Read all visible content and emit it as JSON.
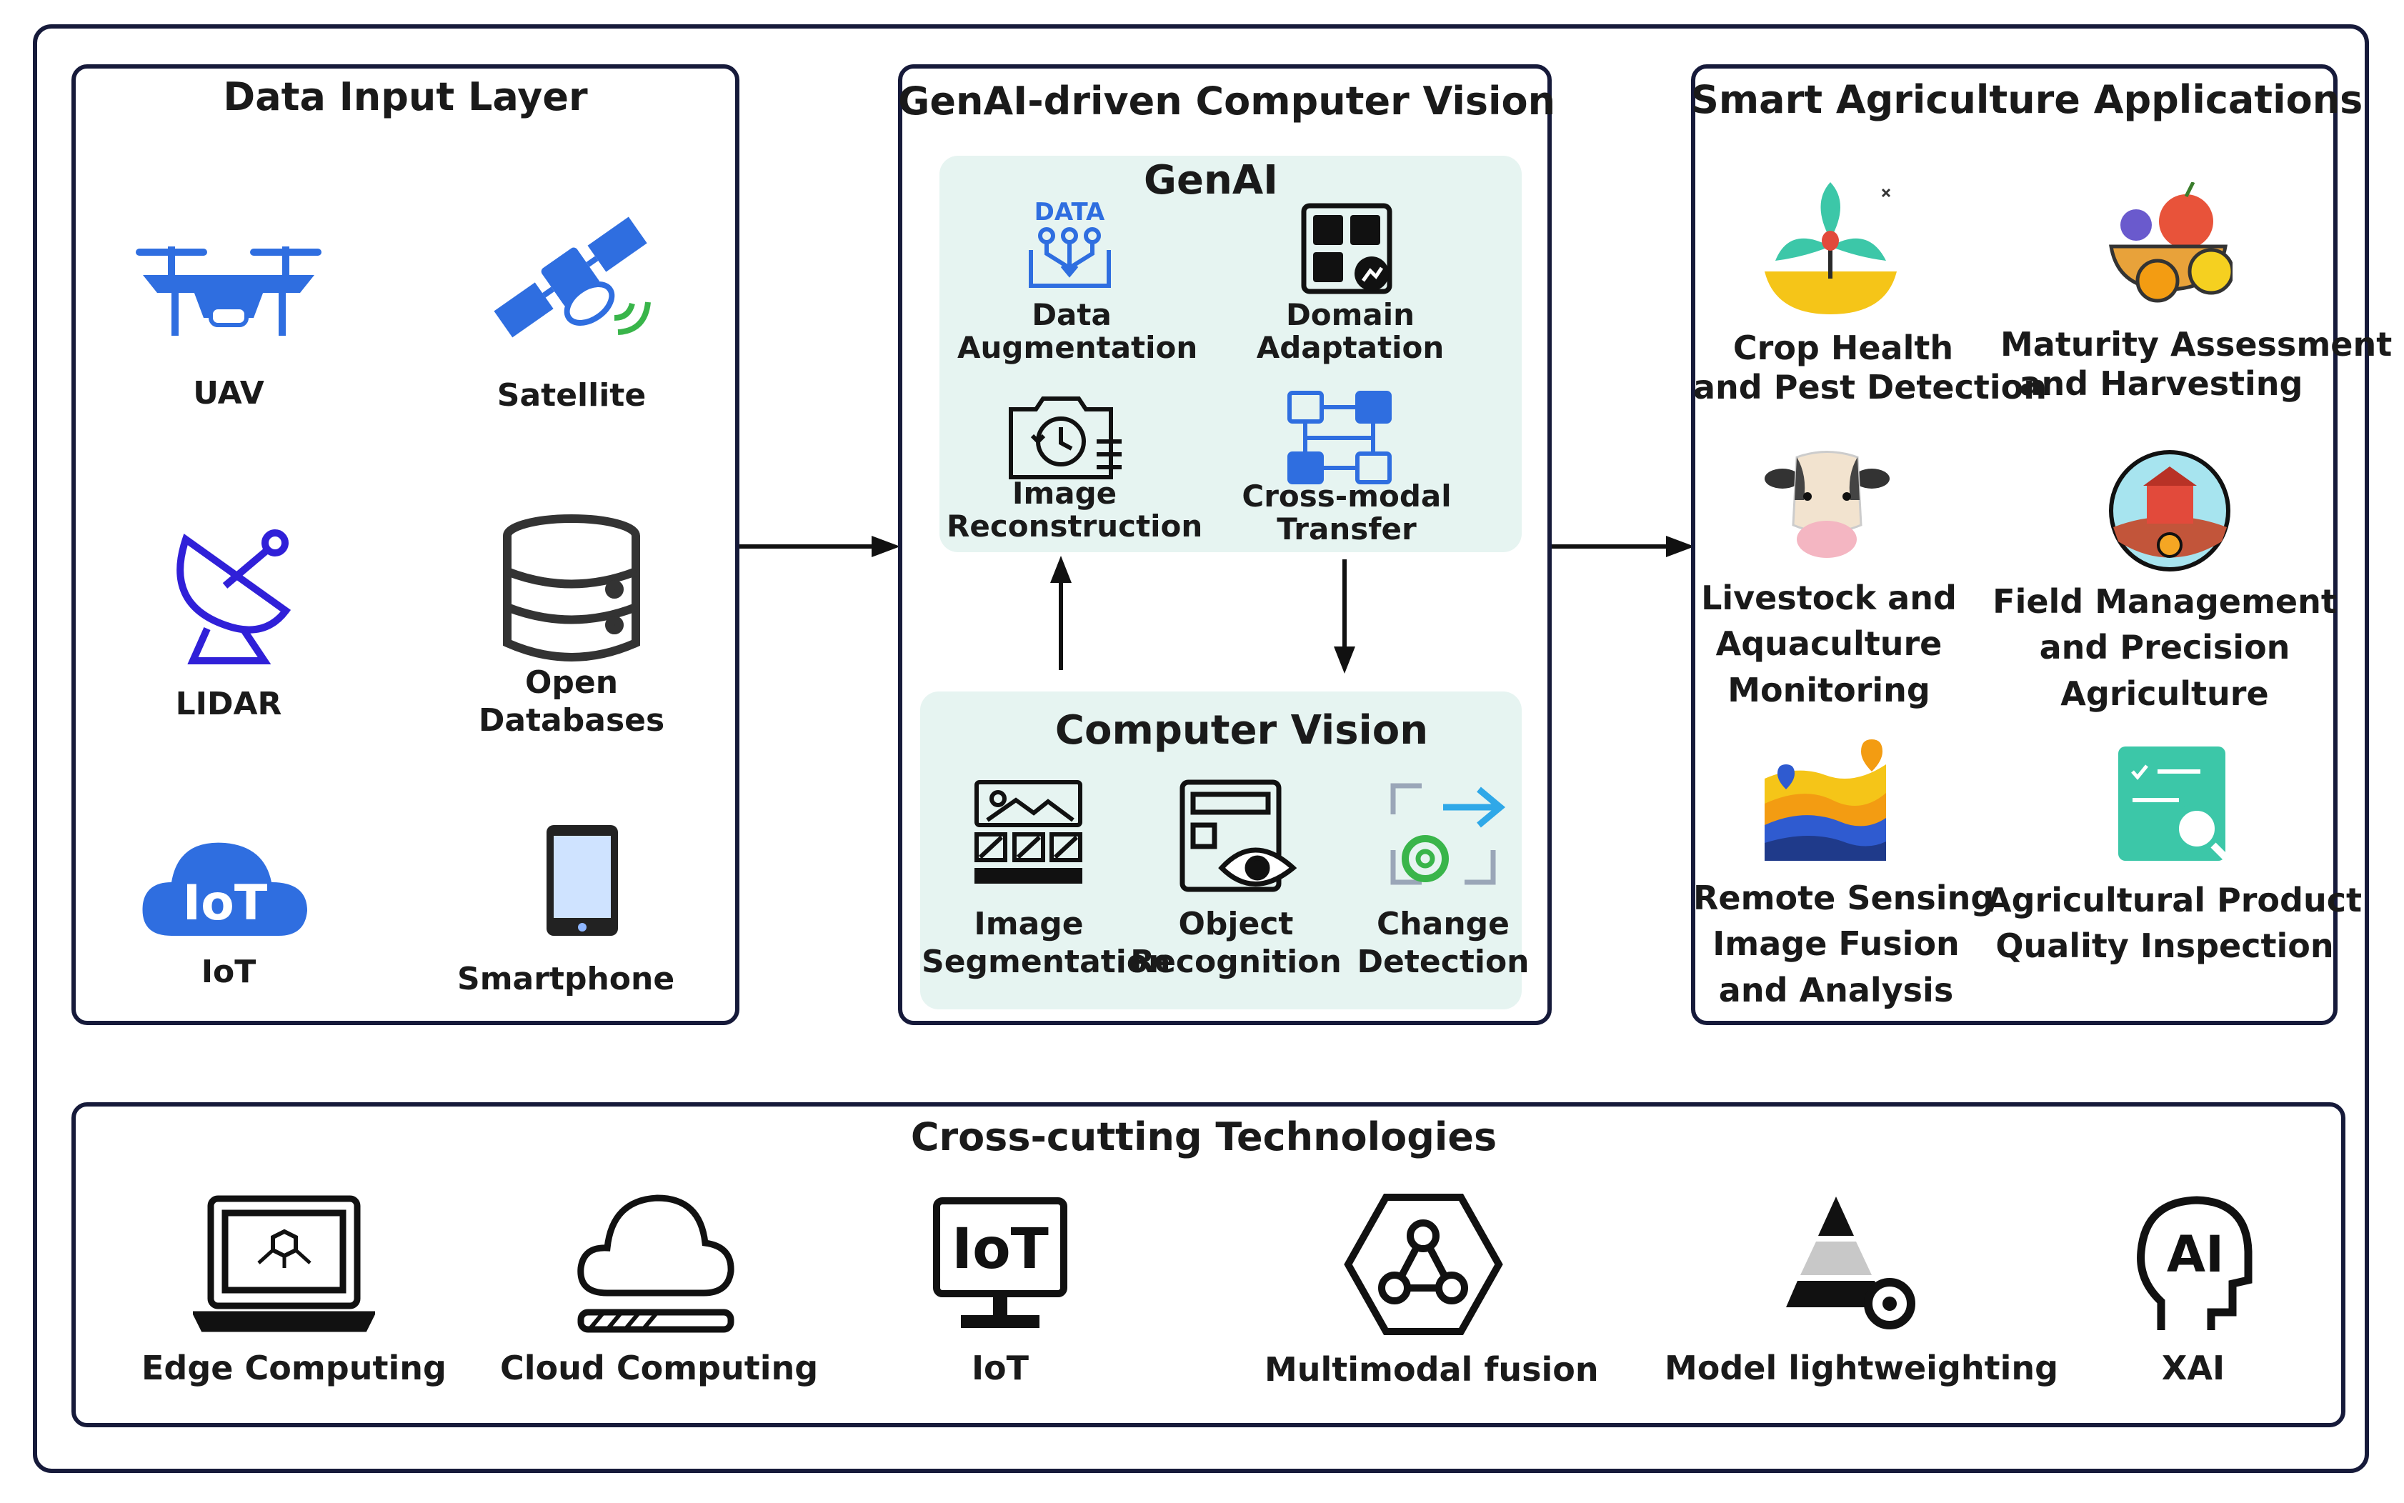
{
  "colors": {
    "border": "#161a3a",
    "sub_bg": "#e6f4f1",
    "blue": "#2f6ee0",
    "teal": "#3cc7a8",
    "green": "#39b54a"
  },
  "input": {
    "title": "Data Input Layer",
    "uav": "UAV",
    "satellite": "Satellite",
    "lidar": "LIDAR",
    "db1": "Open",
    "db2": "Databases",
    "iot_badge": "IoT",
    "iot": "IoT",
    "smartphone": "Smartphone"
  },
  "cv": {
    "title": "GenAI-driven Computer Vision",
    "genai_title": "GenAI",
    "data_badge": "DATA",
    "aug1": "Data",
    "aug2": "Augmentation",
    "dom1": "Domain",
    "dom2": "Adaptation",
    "rec1": "Image",
    "rec2": "Reconstruction",
    "cmt1": "Cross-modal",
    "cmt2": "Transfer",
    "cv_title": "Computer Vision",
    "seg1": "Image",
    "seg2": "Segmentation",
    "obj1": "Object",
    "obj2": "Recognition",
    "chg1": "Change",
    "chg2": "Detection"
  },
  "apps": {
    "title": "Smart Agriculture Applications",
    "crop1": "Crop Health",
    "crop2": "and Pest Detection",
    "mat1": "Maturity Assessment",
    "mat2": "and Harvesting",
    "live1": "Livestock and",
    "live2": "Aquaculture",
    "live3": "Monitoring",
    "field1": "Field Management",
    "field2": "and Precision",
    "field3": "Agriculture",
    "rs1": "Remote Sensing",
    "rs2": "Image Fusion",
    "rs3": "and Analysis",
    "qi1": "Agricultural Product",
    "qi2": "Quality Inspection"
  },
  "cross": {
    "title": "Cross-cutting Technologies",
    "edge": "Edge Computing",
    "cloud": "Cloud Computing",
    "iot_badge": "IoT",
    "iot": "IoT",
    "mm": "Multimodal fusion",
    "ml": "Model lightweighting",
    "xai_badge": "AI",
    "xai": "XAI"
  }
}
